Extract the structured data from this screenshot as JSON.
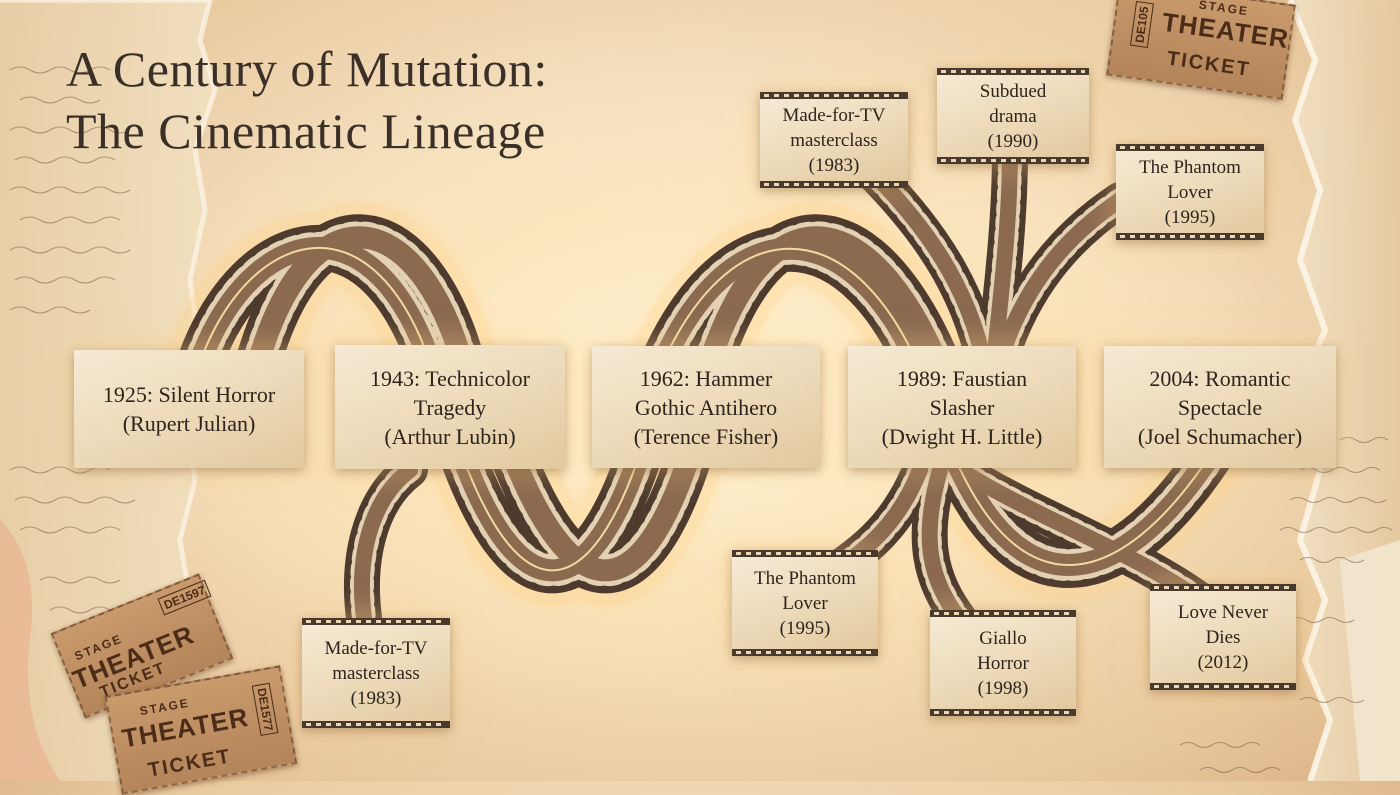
{
  "title": {
    "line1": "A Century of Mutation:",
    "line2": "The Cinematic Lineage"
  },
  "main_nodes": [
    {
      "line1": "1925: Silent Horror",
      "line2": "(Rupert Julian)",
      "line3": ""
    },
    {
      "line1": "1943: Technicolor",
      "line2": "Tragedy",
      "line3": "(Arthur Lubin)"
    },
    {
      "line1": "1962: Hammer",
      "line2": "Gothic Antihero",
      "line3": "(Terence Fisher)"
    },
    {
      "line1": "1989: Faustian",
      "line2": "Slasher",
      "line3": "(Dwight H. Little)"
    },
    {
      "line1": "2004: Romantic",
      "line2": "Spectacle",
      "line3": "(Joel Schumacher)"
    }
  ],
  "branch_nodes": [
    {
      "line1": "Made-for-TV",
      "line2": "masterclass",
      "line3": "(1983)"
    },
    {
      "line1": "Subdued",
      "line2": "drama",
      "line3": "(1990)"
    },
    {
      "line1": "The Phantom",
      "line2": "Lover",
      "line3": "(1995)"
    },
    {
      "line1": "Made-for-TV",
      "line2": "masterclass",
      "line3": "(1983)"
    },
    {
      "line1": "The Phantom",
      "line2": "Lover",
      "line3": "(1995)"
    },
    {
      "line1": "Giallo",
      "line2": "Horror",
      "line3": "(1998)"
    },
    {
      "line1": "Love Never",
      "line2": "Dies",
      "line3": "(2012)"
    }
  ],
  "tickets": [
    {
      "stage": "STAGE",
      "theater": "THEATER",
      "ticket": "TICKET",
      "code": "DE105"
    },
    {
      "stage": "STAGE",
      "theater": "THEATER",
      "ticket": "TICKET",
      "code": "DE1597"
    },
    {
      "stage": "STAGE",
      "theater": "THEATER",
      "ticket": "TICKET",
      "code": "DE1577"
    }
  ],
  "colors": {
    "background": "#f4dfbd",
    "card": "#ecd9b8",
    "film": "#5a4536",
    "glow": "#ffd38a",
    "text": "#2e241c"
  }
}
